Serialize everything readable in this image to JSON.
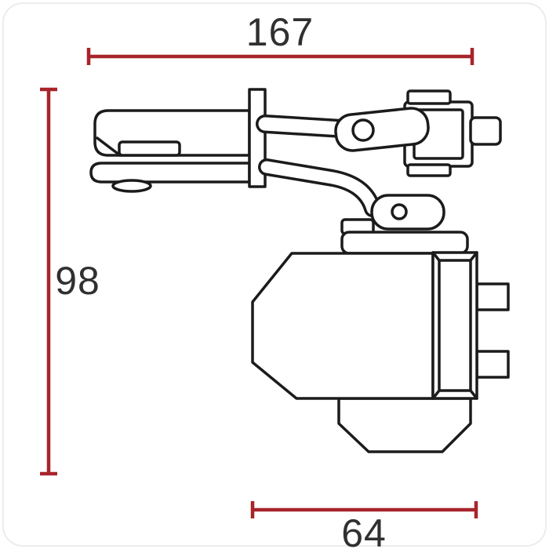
{
  "page": {
    "background": "#ffffff"
  },
  "drawing": {
    "subject": "overhead-door-closer-side-view-line-drawing",
    "line_color": "#1b1b1b",
    "fill_color": "#ffffff"
  },
  "dimensions": {
    "color": "#a8242b",
    "text_color": "#303030",
    "top_width": {
      "value": "167"
    },
    "left_height": {
      "value": "98"
    },
    "bottom_width": {
      "value": "64"
    }
  }
}
